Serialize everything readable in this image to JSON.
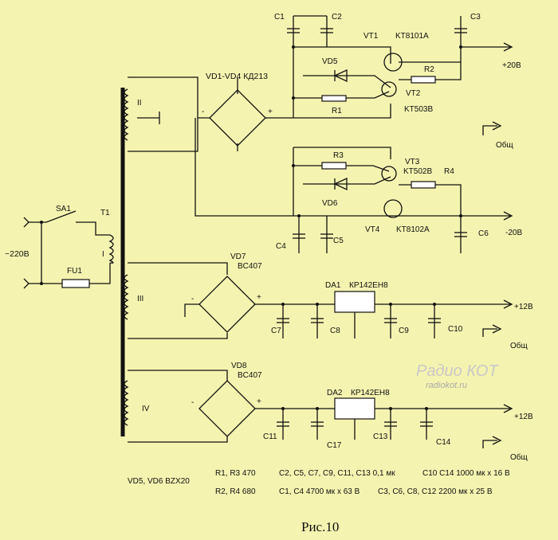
{
  "figure_caption": "Рис.10",
  "watermark": {
    "line1": "Радио КОТ",
    "line2": "radiokot.ru"
  },
  "mains_voltage": "~220В",
  "switch": "SA1",
  "fuse": "FU1",
  "transformer": {
    "name": "T1",
    "windings": [
      "I",
      "II",
      "III",
      "IV"
    ]
  },
  "bridges": {
    "main": "VD1-VD4 КД213",
    "vd7": "VD7",
    "vd7_type": "BC407",
    "vd8": "VD8",
    "vd8_type": "BC407"
  },
  "capacitors": [
    "C1",
    "C2",
    "C3",
    "C4",
    "C5",
    "C6",
    "C7",
    "C8",
    "C9",
    "C10",
    "C11",
    "C17",
    "C13",
    "C14"
  ],
  "transistors": {
    "vt1": "VT1",
    "vt1_type": "KT8101A",
    "vt2": "VT2",
    "vt2_type": "KT503B",
    "vt3": "VT3",
    "vt3_type": "KT502B",
    "vt4": "VT4",
    "vt4_type": "KT8102A"
  },
  "resistors": [
    "R1",
    "R2",
    "R3",
    "R4"
  ],
  "zeners": [
    "VD5",
    "VD6"
  ],
  "regulators": {
    "da1": "DA1",
    "da1_type": "КР142ЕН8",
    "da2": "DA2",
    "da2_type": "КР142ЕН8"
  },
  "outputs": {
    "pos20": "+20В",
    "neg20": "-20В",
    "pos12a": "+12В",
    "pos12b": "+12В",
    "common": "Общ"
  },
  "polarity": {
    "plus": "+",
    "minus": "-"
  },
  "parts_list": {
    "zeners": "VD5, VD6   BZX20",
    "r13": "R1, R3   470",
    "r24": "R2, R4   680",
    "c_small": "C2, C5, C7, C9, C11, C13   0,1 мк",
    "c_1014": "C10 C14   1000 мк х 16 В",
    "c_14": "C1, C4   4700 мк х 63 В",
    "c_large": "C3, C6, C8, C12   2200 мк х 25 В"
  },
  "colors": {
    "background": "#f5f3b0",
    "ink": "#111111",
    "watermark": "#c8c8c8"
  }
}
